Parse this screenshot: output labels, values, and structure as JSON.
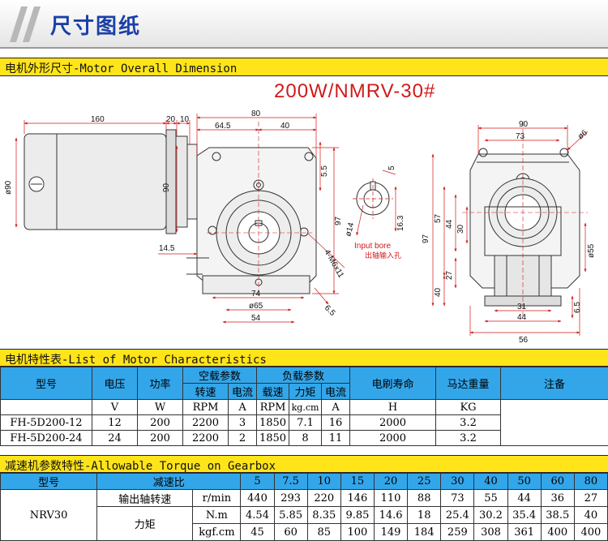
{
  "banner": {
    "title": "尺寸图纸"
  },
  "overall": {
    "title": "电机外形尺寸-Motor Overall Dimension",
    "model": "200W/NMRV-30#"
  },
  "dims": {
    "front": {
      "d160": "160",
      "d20": "20",
      "d10": "10",
      "d80": "80",
      "d64_5": "64.5",
      "d40": "40",
      "phi90": "ø90",
      "d90": "90",
      "d14_5": "14.5",
      "d5_5": "5.5",
      "d97": "97",
      "d74": "74",
      "phi65": "ø65",
      "d54": "54",
      "d6_5": "6.5",
      "m6": "4-M6x11"
    },
    "bore": {
      "d5": "5",
      "phi14": "ø14",
      "d16_3": "16.3",
      "label_en": "Input bore",
      "label_cn": "出轴输入孔"
    },
    "side": {
      "d90": "90",
      "d73": "73",
      "phi6": "ø6",
      "d97": "97",
      "d57": "57",
      "d44": "44",
      "d30": "30",
      "d27": "27",
      "d40": "40",
      "phi55": "ø55",
      "d31": "31",
      "d44b": "44",
      "d56": "56",
      "d6_5": "6.5"
    }
  },
  "motor": {
    "title": "电机特性表-List of Motor Characteristics",
    "headers": {
      "model": "型号",
      "voltage": "电压",
      "power": "功率",
      "noload": "空载参数",
      "load": "负载参数",
      "life": "电刷寿命",
      "weight": "马达重量",
      "note": "注备",
      "speed": "转速",
      "current": "电流",
      "loadspeed": "载速",
      "torque": "力矩",
      "current2": "电流"
    },
    "units": [
      "V",
      "W",
      "RPM",
      "A",
      "RPM",
      "kg.cm",
      "A",
      "H",
      "KG"
    ],
    "rows": [
      [
        "FH-5D200-12",
        "12",
        "200",
        "2200",
        "3",
        "1850",
        "7.1",
        "16",
        "2000",
        "3.2"
      ],
      [
        "FH-5D200-24",
        "24",
        "200",
        "2200",
        "2",
        "1850",
        "8",
        "11",
        "2000",
        "3.2"
      ]
    ]
  },
  "gearbox": {
    "title": "减速机参数特性-Allowable Torque on Gearbox",
    "model_label": "型号",
    "ratio_label": "减速比",
    "ratios": [
      "5",
      "7.5",
      "10",
      "15",
      "20",
      "25",
      "30",
      "40",
      "50",
      "60",
      "80"
    ],
    "model": "NRV30",
    "speed_label": "输出轴转速",
    "speed_unit": "r/min",
    "speed": [
      "440",
      "293",
      "220",
      "146",
      "110",
      "88",
      "73",
      "55",
      "44",
      "36",
      "27"
    ],
    "torque_label": "力矩",
    "nm_unit": "N.m",
    "nm": [
      "4.54",
      "5.85",
      "8.35",
      "9.85",
      "14.6",
      "18",
      "25.4",
      "30.2",
      "35.4",
      "38.5",
      "40"
    ],
    "kgf_unit": "kgf.cm",
    "kgf": [
      "45",
      "60",
      "85",
      "100",
      "149",
      "184",
      "259",
      "308",
      "361",
      "400",
      "400"
    ]
  }
}
